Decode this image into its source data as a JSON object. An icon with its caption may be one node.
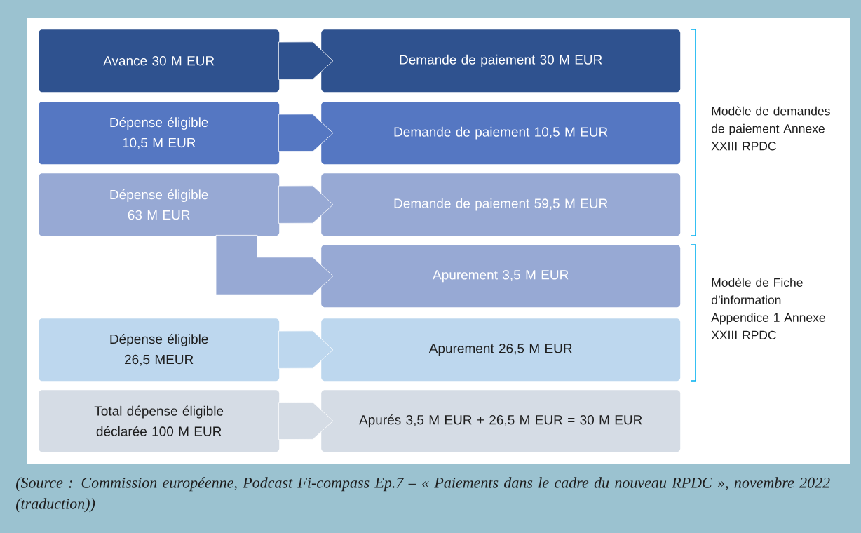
{
  "diagram": {
    "caption": "(Source : Commission européenne, Podcast Fi-compass Ep.7 – « Paiements dans le cadre du nouveau RPDC », novembre 2022 (traduction))",
    "nodes": [
      {
        "text": [
          "Avance 30 M EUR"
        ]
      },
      {
        "text": [
          "Demande de paiement 30 M EUR"
        ]
      },
      {
        "text": [
          "Dépense éligible 10,5 M EUR"
        ]
      },
      {
        "text": [
          "Demande de paiement 10,5 M EUR"
        ]
      },
      {
        "text": [
          "Dépense éligible 63 M EUR"
        ]
      },
      {
        "text": [
          "Demande de paiement 59,5 M EUR"
        ]
      },
      {
        "text": [
          "Apurement 3,5 M EUR"
        ]
      },
      {
        "text": [
          "Dépense éligible 26,5 MEUR"
        ]
      },
      {
        "text": [
          "Apurement 26,5 M EUR"
        ]
      },
      {
        "text": [
          "Total dépense éligible déclarée 100 M EUR"
        ]
      },
      {
        "text": [
          "Apurés 3,5 M EUR + 26,5 M EUR = 30 M EUR"
        ]
      }
    ],
    "edges": [
      {
        "from": 0,
        "to": 1,
        "arrow": "to"
      },
      {
        "from": 2,
        "to": 3,
        "arrow": "to"
      },
      {
        "from": 4,
        "to": 5,
        "arrow": "to"
      },
      {
        "from": 4,
        "to": 6,
        "arrow": "to"
      },
      {
        "from": 7,
        "to": 8,
        "arrow": "to"
      },
      {
        "from": 9,
        "to": 10,
        "arrow": "to"
      }
    ],
    "labels": [
      "Modèle de demandes de paiement Annexe XXIII RPDC",
      "Modèle de Fiche d’information Appendice 1 Annexe XXIII RPDC"
    ]
  }
}
